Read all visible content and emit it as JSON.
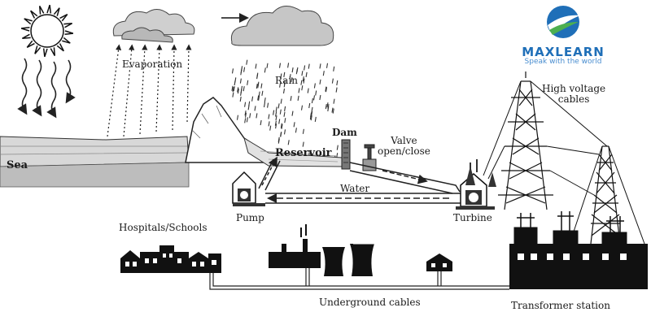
{
  "labels": {
    "sea": "Sea",
    "evaporation": "Evaporation",
    "rain": "Rain",
    "dam": "Dam",
    "valve_line1": "Valve",
    "valve_line2": "open/close",
    "reservoir": "Reservoir",
    "water": "Water",
    "pump": "Pump",
    "turbine": "Turbine",
    "high_voltage_line1": "High voltage",
    "high_voltage_line2": "cables",
    "hospitals_schools": "Hospitals/Schools",
    "underground_cables": "Underground cables",
    "transformer_station": "Transformer station"
  },
  "logo": {
    "name": "MAXLEARN",
    "tagline": "Speak with the world",
    "colors": {
      "primary": "#1f6fb8",
      "accent": "#4caf50"
    }
  },
  "icons": [
    "sun-icon",
    "cloud-icon",
    "mountain-icon",
    "pylon-icon",
    "building-icon",
    "cooling-tower-icon",
    "house-icon",
    "pump-house-icon",
    "turbine-house-icon",
    "dam-icon",
    "valve-icon"
  ]
}
